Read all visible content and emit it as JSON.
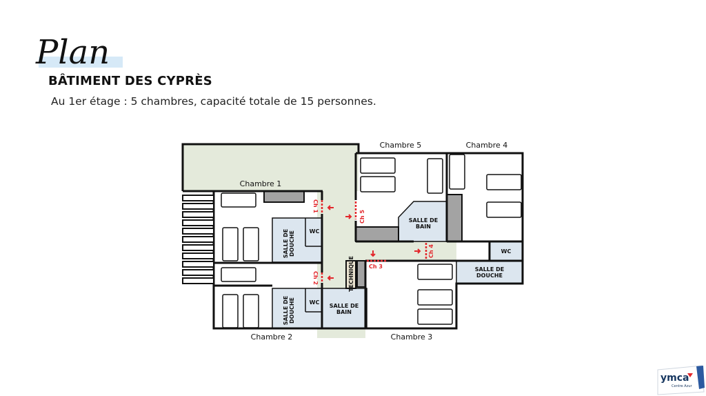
{
  "header": {
    "script_title": "Plan",
    "building": "BÂTIMENT DES CYPRÈS",
    "description": "Au 1er étage : 5 chambres, capacité totale de 15 personnes."
  },
  "plan": {
    "rooms": {
      "chambre_1": "Chambre 1",
      "chambre_2": "Chambre 2",
      "chambre_3": "Chambre 3",
      "chambre_4": "Chambre 4",
      "chambre_5": "Chambre 5"
    },
    "fixtures": {
      "salle_de_douche_line1": "SALLE DE",
      "salle_de_douche_line2": "DOUCHE",
      "salle_de_bain_line1": "SALLE DE",
      "salle_de_bain_line2": "BAIN",
      "wc": "WC",
      "technique": "TECHNIQUE"
    },
    "doors": {
      "ch1": "Ch 1",
      "ch2": "Ch 2",
      "ch3": "Ch 3",
      "ch4": "Ch 4",
      "ch5": "Ch 5"
    },
    "colors": {
      "common_area": "#e4eadb",
      "bathroom": "#dce6ef",
      "cabinet": "#a3a3a3",
      "door_marker": "#e3262b",
      "wall": "#111111"
    }
  },
  "logo": {
    "brand": "ymca",
    "tagline": "Centre Azur"
  }
}
